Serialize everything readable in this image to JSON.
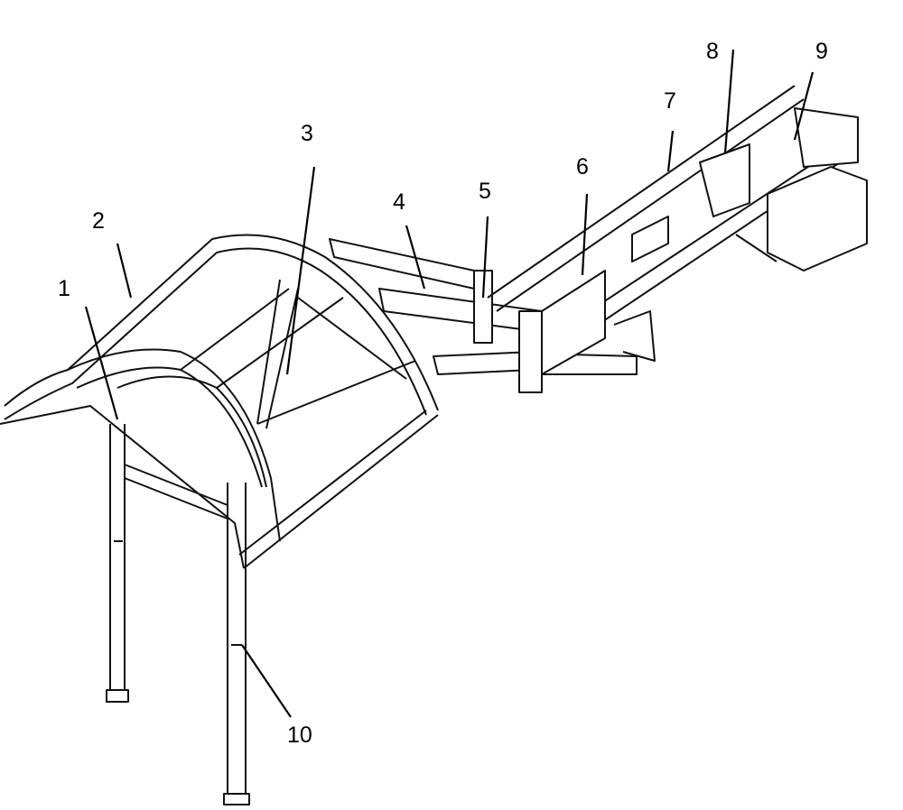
{
  "figure": {
    "labels": [
      {
        "id": "1",
        "text": "1"
      },
      {
        "id": "2",
        "text": "2"
      },
      {
        "id": "3",
        "text": "3"
      },
      {
        "id": "4",
        "text": "4"
      },
      {
        "id": "5",
        "text": "5"
      },
      {
        "id": "6",
        "text": "6"
      },
      {
        "id": "7",
        "text": "7"
      },
      {
        "id": "8",
        "text": "8"
      },
      {
        "id": "9",
        "text": "9"
      },
      {
        "id": "10",
        "text": "10"
      }
    ]
  }
}
